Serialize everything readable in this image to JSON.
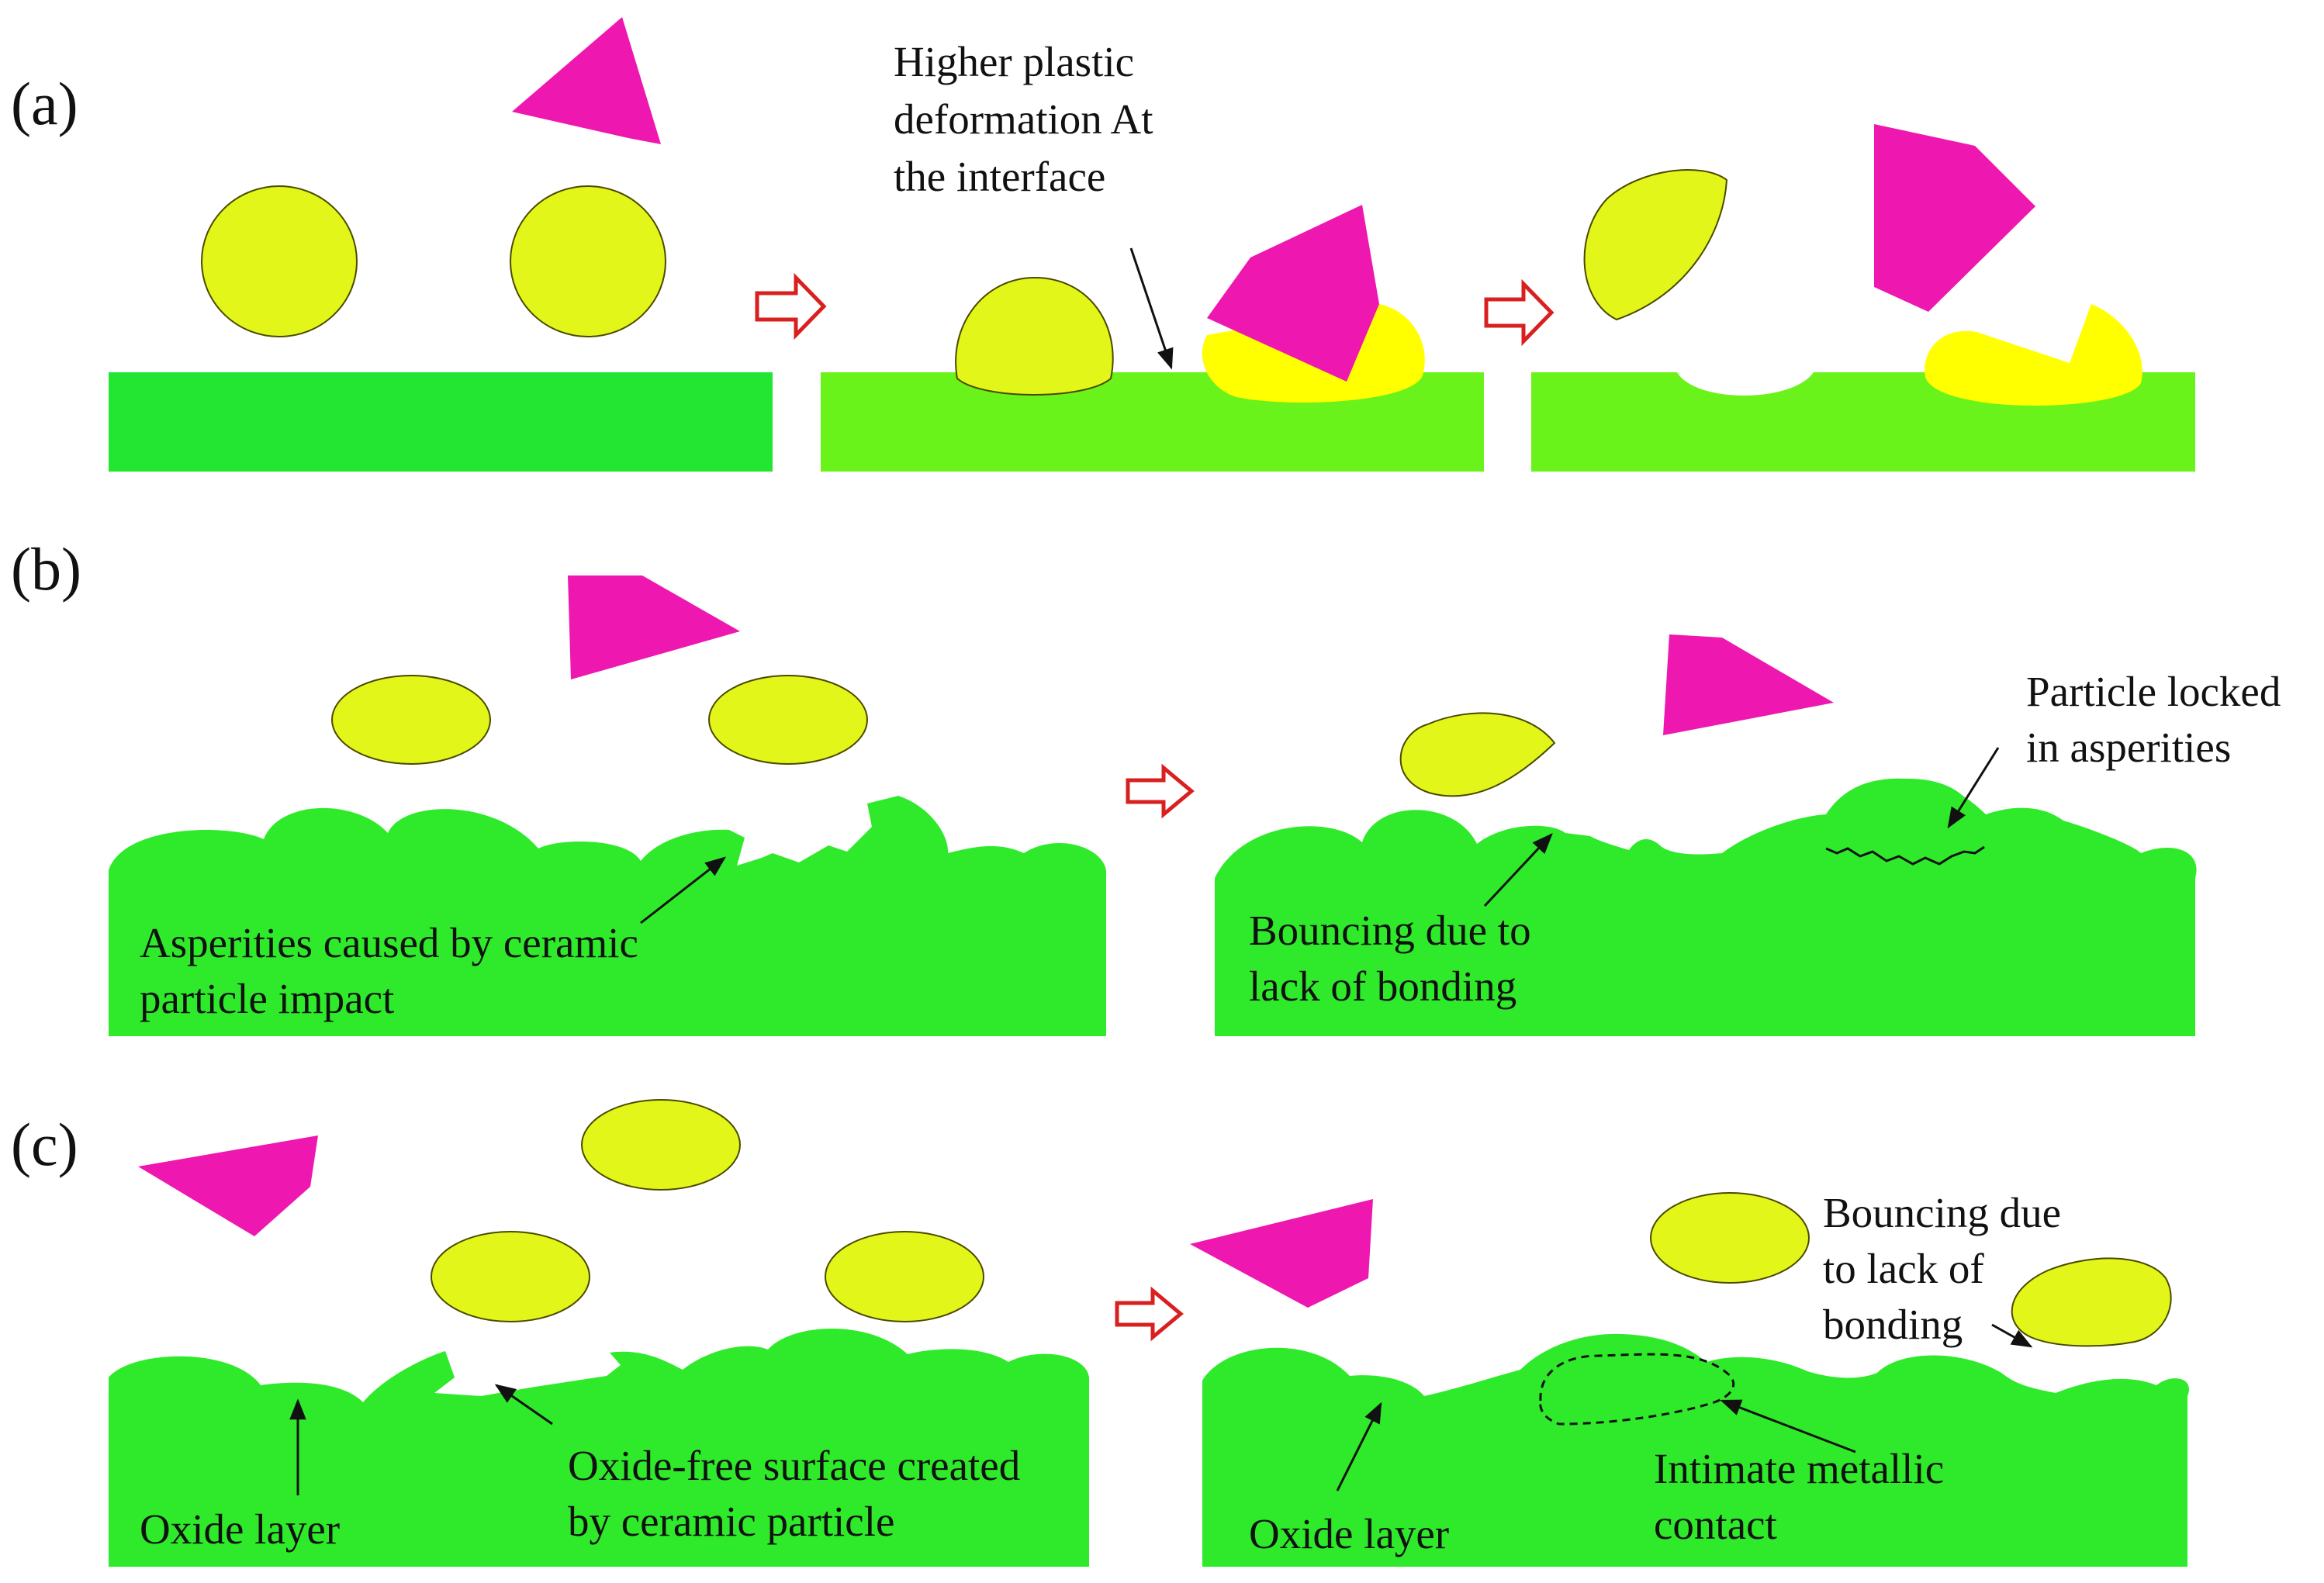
{
  "colors": {
    "ceramic": "#ee17b0",
    "metal_particle": "#e3f61a",
    "deformed_particle": "#ffff00",
    "substrate_a1": "#22e632",
    "substrate_a2": "#6af31a",
    "substrate": "#2eea2a",
    "step_arrow": "#d92020"
  },
  "panels": {
    "a": {
      "label": "(a)",
      "note_interface": [
        "Higher plastic",
        "deformation At",
        "the interface"
      ]
    },
    "b": {
      "label": "(b)",
      "note_asperities": [
        "Asperities caused by ceramic",
        "particle impact"
      ],
      "note_bouncing": [
        "Bouncing due to",
        "lack of bonding"
      ],
      "note_locked": [
        "Particle locked",
        "in asperities"
      ]
    },
    "c": {
      "label": "(c)",
      "note_oxide_left": "Oxide layer",
      "note_oxide_free": [
        "Oxide-free surface created",
        "by ceramic particle"
      ],
      "note_oxide_right": "Oxide layer",
      "note_metallic": [
        "Intimate metallic",
        "contact"
      ],
      "note_bouncing": [
        "Bouncing due",
        "to lack of",
        "bonding"
      ]
    }
  }
}
